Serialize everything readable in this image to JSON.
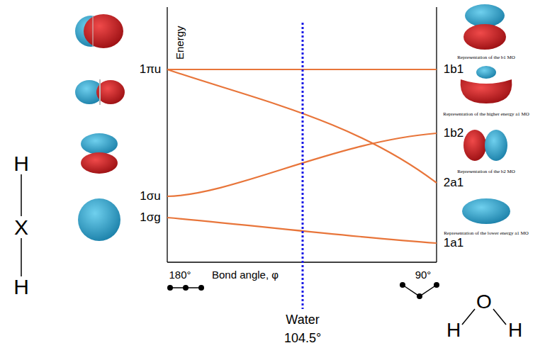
{
  "diagram": {
    "labels": [
      "H",
      "X",
      "H",
      "1πu",
      "1σu",
      "1σg",
      "Energy",
      "1b1",
      "1b2",
      "2a1",
      "1a1",
      "180°",
      "Bond angle, φ",
      "90°",
      "Water",
      "104.5°",
      "Representation of the b1 MO",
      "Representation of the higher energy a1 MO",
      "Representation of the b2 MO",
      "Representation of the lower energy a1 MO",
      "O",
      "H",
      "H"
    ]
  }
}
